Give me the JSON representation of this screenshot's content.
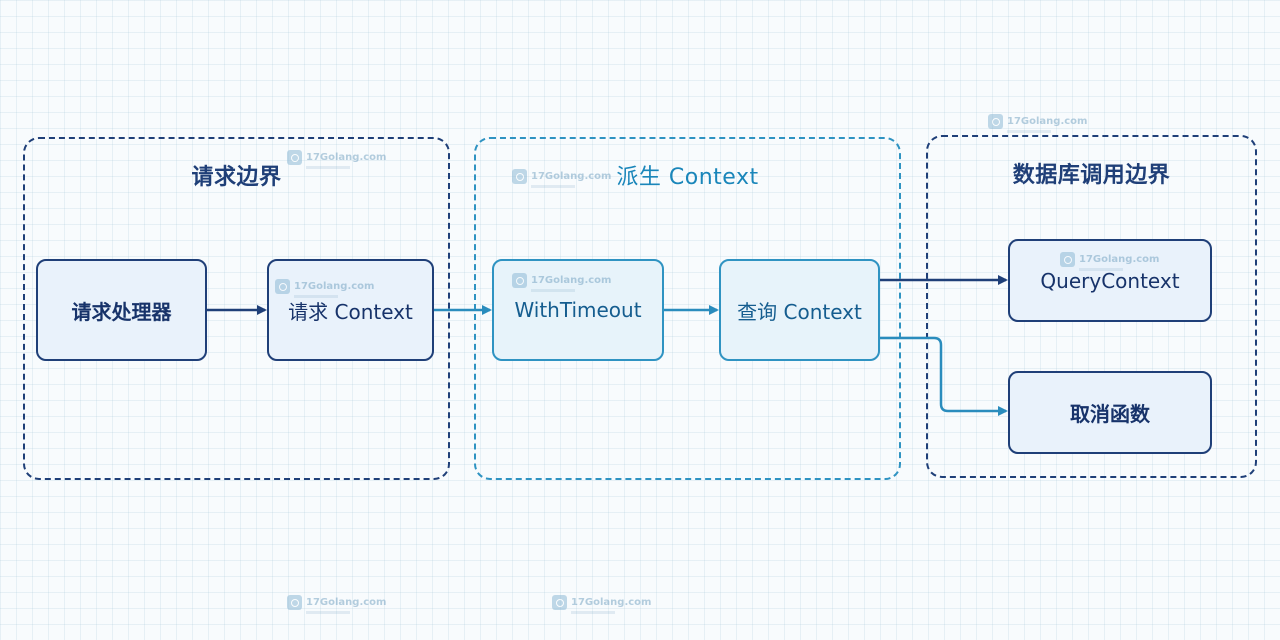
{
  "groups": {
    "request": {
      "title": "请求边界"
    },
    "derived": {
      "title": "派生 Context"
    },
    "database": {
      "title": "数据库调用边界"
    }
  },
  "nodes": {
    "handler": "请求处理器",
    "request_context": "请求 Context",
    "with_timeout": "WithTimeout",
    "query_context_node": "查询 Context",
    "query_context": "QueryContext",
    "cancel_func": "取消函数"
  },
  "watermark": {
    "text": "17Golang.com"
  },
  "colors": {
    "navy": "#1f3f78",
    "teal": "#2f93c2",
    "node_fill": "#e9f2fb",
    "background": "#f8fbfd"
  }
}
